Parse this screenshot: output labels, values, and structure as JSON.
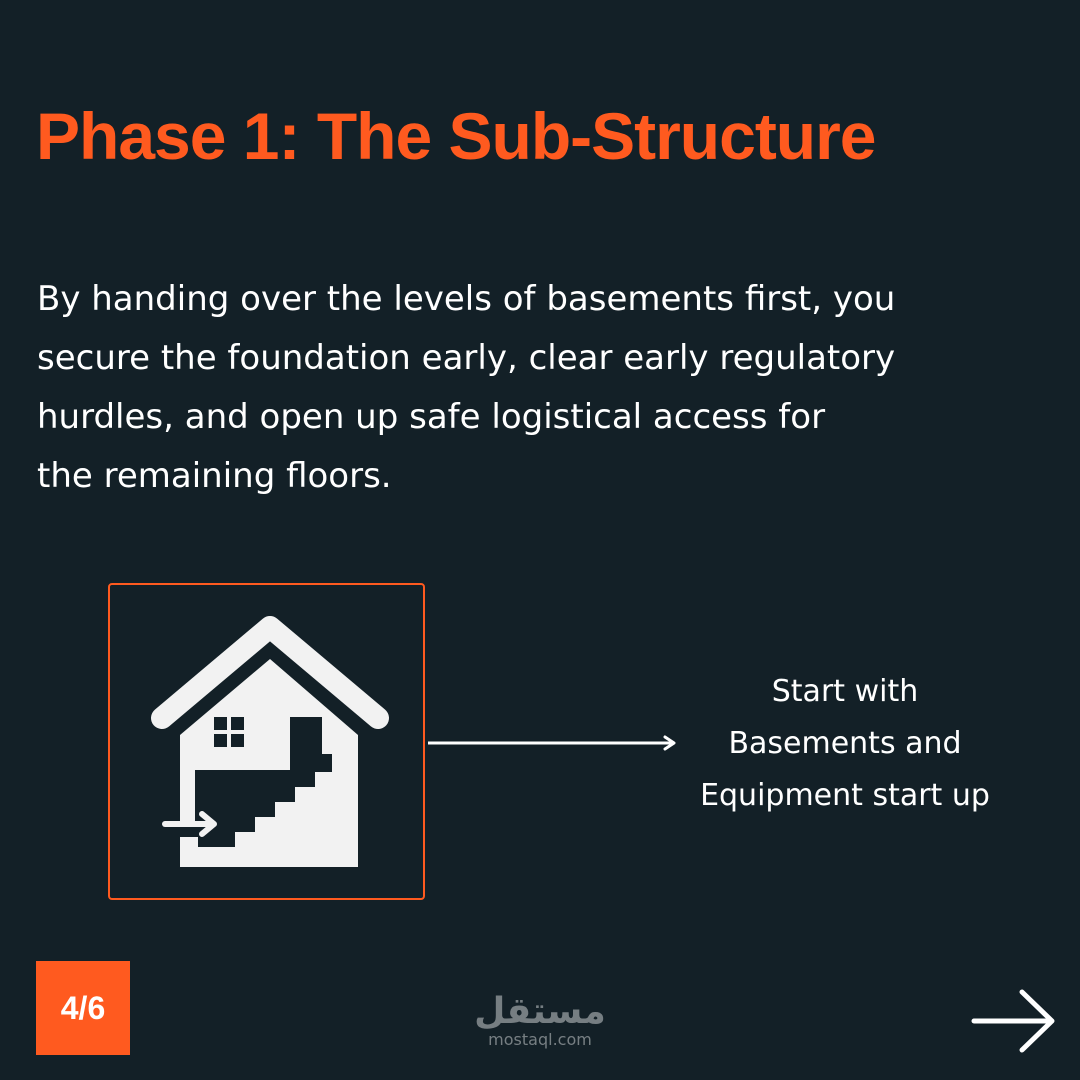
{
  "title": "Phase 1: The Sub-Structure",
  "body_lines": [
    "By handing over the levels of basements first, you",
    "secure the foundation early, clear early regulatory",
    "hurdles, and open up safe logistical access for",
    "the remaining floors."
  ],
  "caption_lines": [
    "Start with",
    "Basements and",
    "Equipment start up"
  ],
  "page_indicator": "4/6",
  "watermark": {
    "arabic": "مستقل",
    "url": "mostaql.com"
  },
  "icons": {
    "main": "house-basement-stairs-icon",
    "connector": "arrow-right-icon",
    "next": "next-arrow-icon"
  },
  "colors": {
    "background": "#132027",
    "accent": "#ff5a1f",
    "text": "#ffffff"
  }
}
